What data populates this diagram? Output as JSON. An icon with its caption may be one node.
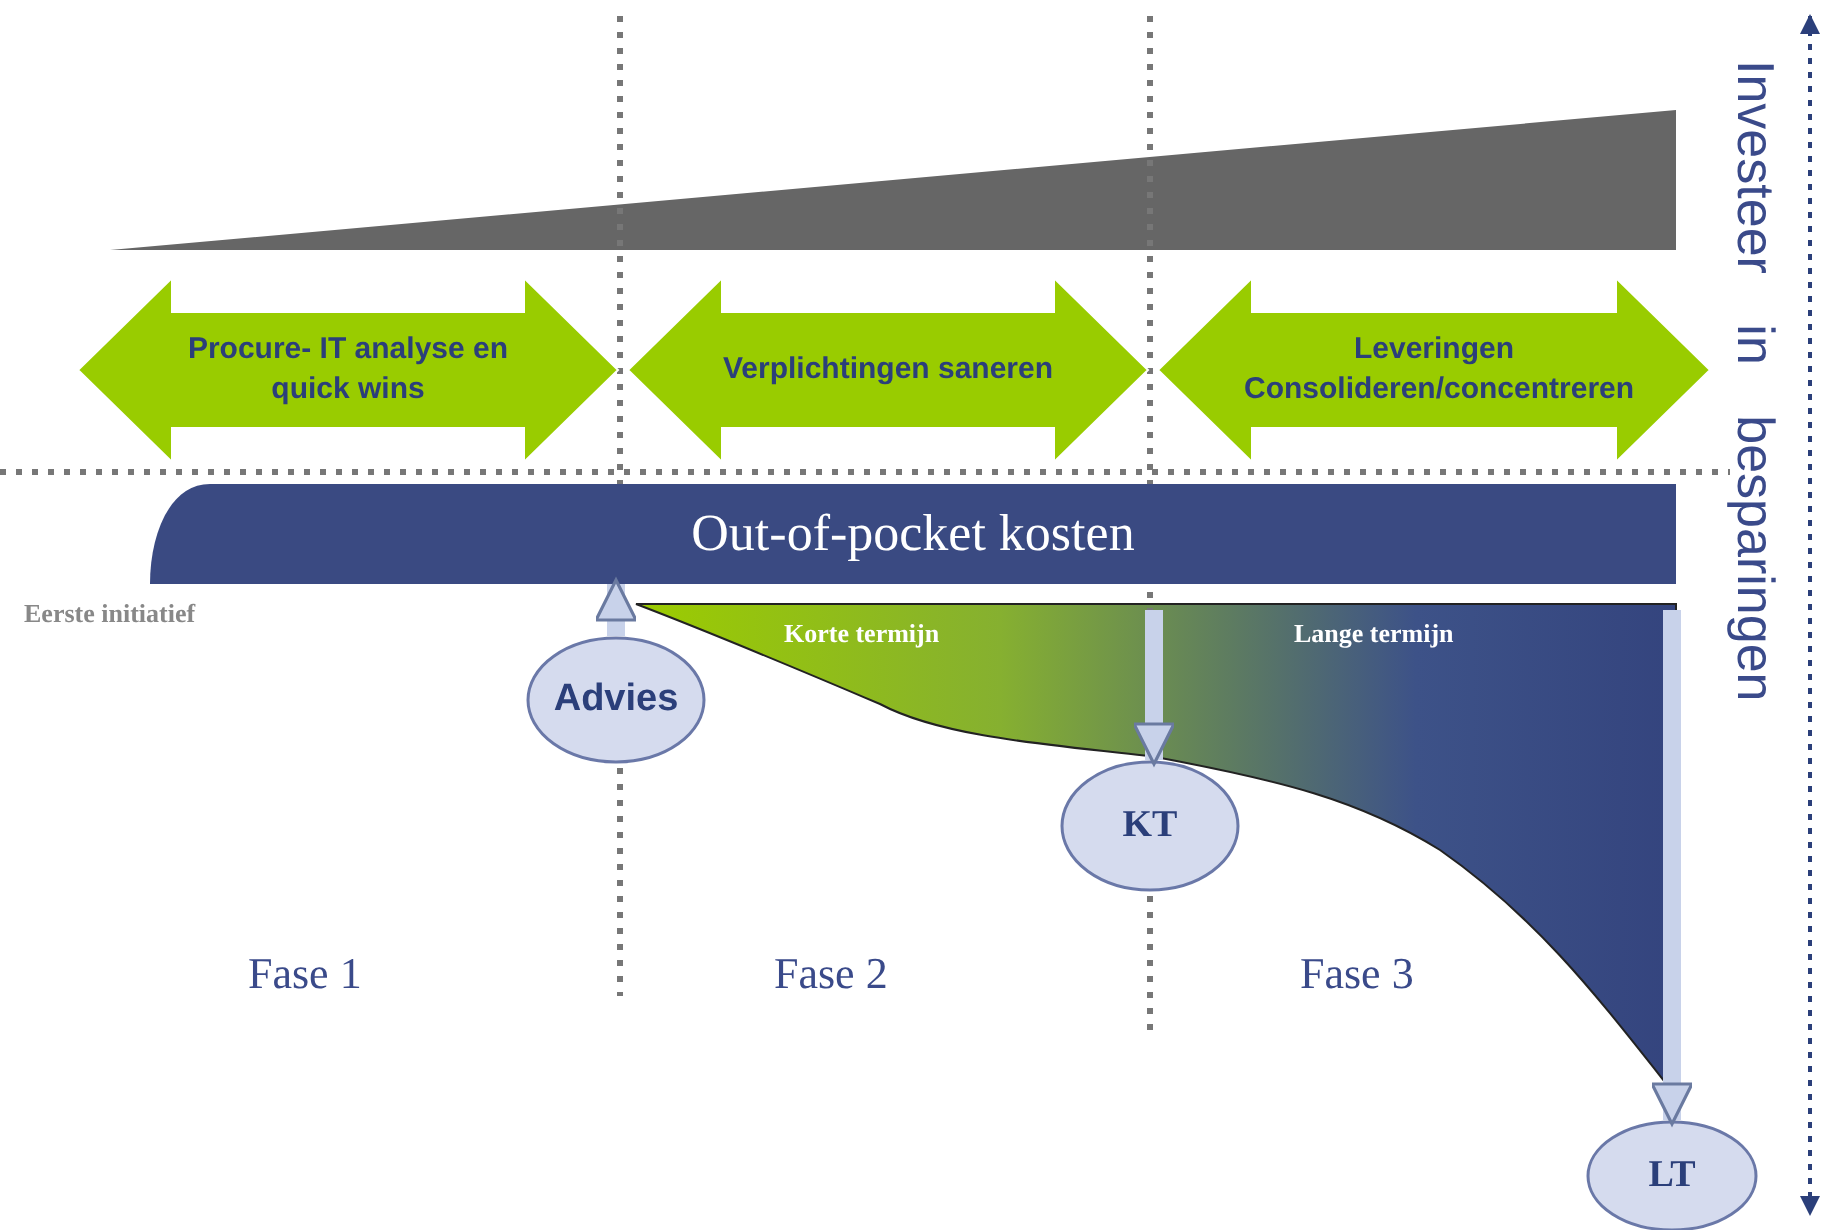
{
  "diagram": {
    "nodes": [
      {
        "text": [
          "Procure- IT analyse en quick wins"
        ]
      },
      {
        "text": [
          "Verplichtingen saneren"
        ]
      },
      {
        "text": [
          "Leveringen Consolideren/concentreren"
        ]
      },
      {
        "text": [
          "Out-of-pocket kosten"
        ]
      },
      {
        "text": [
          "Advies"
        ]
      },
      {
        "text": [
          "KT"
        ]
      },
      {
        "text": [
          "LT"
        ]
      }
    ],
    "edges": [
      {
        "from": 4,
        "to": 3,
        "arrow": "to"
      },
      {
        "from": null,
        "to": 5,
        "arrow": "to"
      },
      {
        "from": null,
        "to": 6,
        "arrow": "to"
      }
    ],
    "labels": [
      "Investeer in besparingen",
      "Eerste initiatief",
      "Korte termijn",
      "Lange termijn",
      "Fase 1",
      "Fase 2",
      "Fase 3"
    ]
  }
}
